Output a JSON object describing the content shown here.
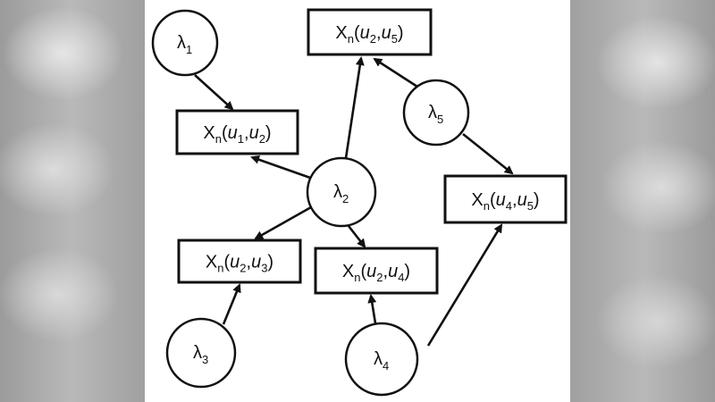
{
  "diagram": {
    "lambda_nodes": [
      {
        "id": "lambda-1",
        "symbol": "λ",
        "index": "1"
      },
      {
        "id": "lambda-2",
        "symbol": "λ",
        "index": "2"
      },
      {
        "id": "lambda-3",
        "symbol": "λ",
        "index": "3"
      },
      {
        "id": "lambda-4",
        "symbol": "λ",
        "index": "4"
      },
      {
        "id": "lambda-5",
        "symbol": "λ",
        "index": "5"
      }
    ],
    "x_nodes": [
      {
        "id": "x-u2-u5",
        "name": "X",
        "n": "n",
        "a": "2",
        "b": "5"
      },
      {
        "id": "x-u1-u2",
        "name": "X",
        "n": "n",
        "a": "1",
        "b": "2"
      },
      {
        "id": "x-u4-u5",
        "name": "X",
        "n": "n",
        "a": "4",
        "b": "5"
      },
      {
        "id": "x-u2-u3",
        "name": "X",
        "n": "n",
        "a": "2",
        "b": "3"
      },
      {
        "id": "x-u2-u4",
        "name": "X",
        "n": "n",
        "a": "2",
        "b": "4"
      }
    ],
    "variable_letter": "u",
    "edges": [
      {
        "from": "lambda-1",
        "to": "x-u1-u2"
      },
      {
        "from": "lambda-2",
        "to": "x-u1-u2"
      },
      {
        "from": "lambda-2",
        "to": "x-u2-u5"
      },
      {
        "from": "lambda-2",
        "to": "x-u2-u3"
      },
      {
        "from": "lambda-2",
        "to": "x-u2-u4"
      },
      {
        "from": "lambda-3",
        "to": "x-u2-u3"
      },
      {
        "from": "lambda-4",
        "to": "x-u2-u4"
      },
      {
        "from": "lambda-4",
        "to": "x-u4-u5"
      },
      {
        "from": "lambda-5",
        "to": "x-u2-u5"
      },
      {
        "from": "lambda-5",
        "to": "x-u4-u5"
      }
    ]
  }
}
